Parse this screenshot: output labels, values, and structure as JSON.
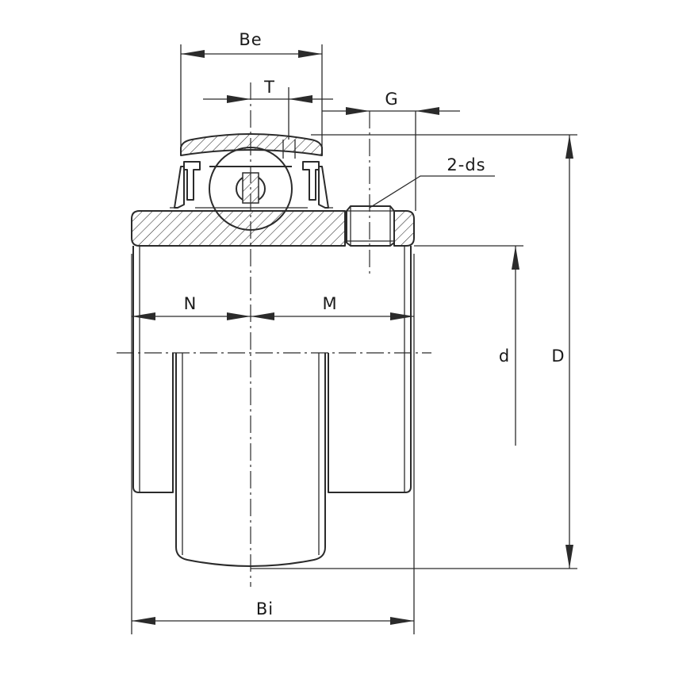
{
  "diagram": {
    "labels": {
      "be": "Be",
      "t": "T",
      "g": "G",
      "ds": "2-ds",
      "n": "N",
      "m": "M",
      "d_small": "d",
      "d_large": "D",
      "bi": "Bi"
    }
  }
}
